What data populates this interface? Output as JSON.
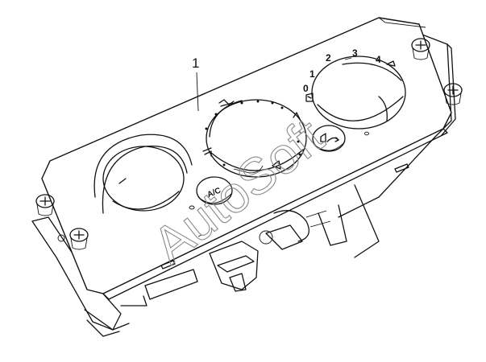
{
  "figure": {
    "callout_label": "1",
    "watermark": "AutoSoft"
  },
  "dials": {
    "left": {
      "symbol": "temperature-slider-dial"
    },
    "center": {
      "symbol": "air-distribution-dial"
    },
    "right": {
      "scale": [
        "0",
        "1",
        "2",
        "3",
        "4"
      ],
      "symbol": "fan-speed-dial"
    }
  },
  "buttons": {
    "ac": {
      "label": "A/C"
    },
    "recirc": {
      "symbol": "recirculation-icon"
    }
  },
  "colors": {
    "line": "#111111",
    "watermark": "#8a8a8a",
    "background": "#ffffff"
  }
}
